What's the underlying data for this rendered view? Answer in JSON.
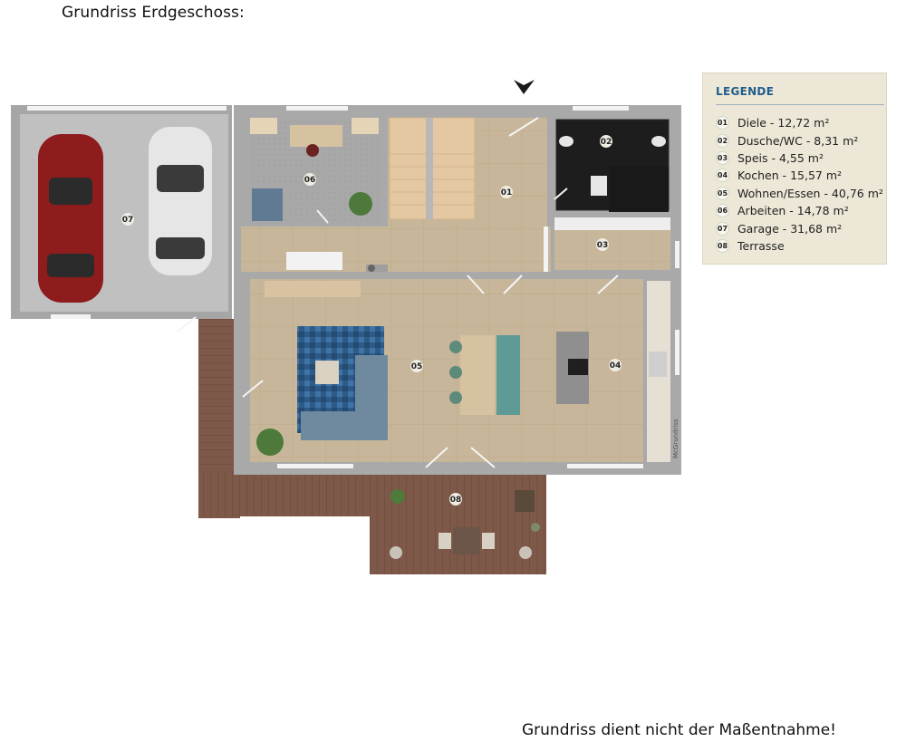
{
  "title": "Grundriss Erdgeschoss:",
  "footer": "Grundriss dient nicht der Maßentnahme!",
  "watermark": "McGrundriss",
  "legend": {
    "title": "LEGENDE",
    "items": [
      {
        "num": "01",
        "label": "Diele - 12,72 m²"
      },
      {
        "num": "02",
        "label": "Dusche/WC - 8,31 m²"
      },
      {
        "num": "03",
        "label": "Speis - 4,55 m²"
      },
      {
        "num": "04",
        "label": "Kochen - 15,57 m²"
      },
      {
        "num": "05",
        "label": "Wohnen/Essen - 40,76 m²"
      },
      {
        "num": "06",
        "label": "Arbeiten - 14,78 m²"
      },
      {
        "num": "07",
        "label": "Garage - 31,68 m²"
      },
      {
        "num": "08",
        "label": "Terrasse"
      }
    ]
  },
  "room_labels": {
    "r01": "01",
    "r02": "02",
    "r03": "03",
    "r04": "04",
    "r05": "05",
    "r06": "06",
    "r07": "07",
    "r08": "08"
  },
  "colors": {
    "wall": "#a9a9a9",
    "floor_tile": "#c9b89c",
    "garage_floor": "#bdbdbd",
    "bath_floor": "#1e1e1e",
    "deck": "#7d5747",
    "legend_bg": "#ece7d6",
    "legend_title": "#1f5e8c"
  }
}
